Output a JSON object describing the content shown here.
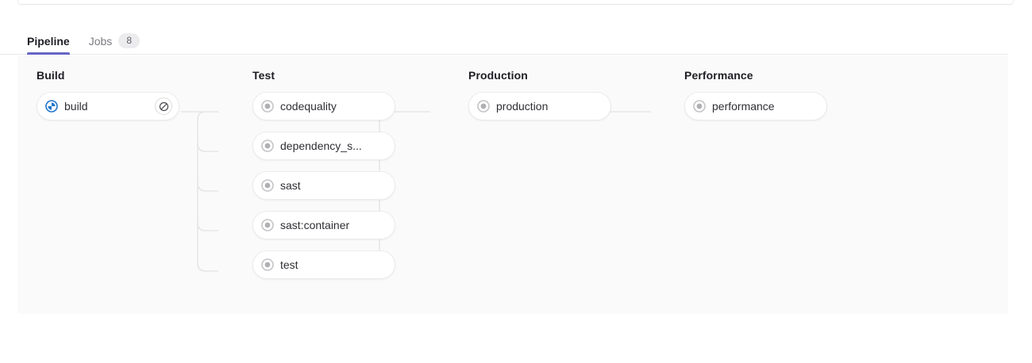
{
  "tabs": [
    {
      "label": "Pipeline",
      "name": "tab-pipeline",
      "active": true,
      "badge": null
    },
    {
      "label": "Jobs",
      "name": "tab-jobs",
      "active": false,
      "badge": "8"
    }
  ],
  "colors": {
    "active_tab_underline": "#6666c4",
    "running_status": "#1f75cb",
    "created_status": "#b0b0b4",
    "graph_background": "#fafafa",
    "card_border": "#ececef",
    "connector_line": "#e6e6e8"
  },
  "pipeline": {
    "stages": [
      {
        "title": "Build",
        "name": "stage-build",
        "jobs": [
          {
            "name": "build",
            "status": "running",
            "status_icon": "status-running-icon",
            "action": "cancel-icon",
            "action_label": "Cancel"
          }
        ]
      },
      {
        "title": "Test",
        "name": "stage-test",
        "jobs": [
          {
            "name": "codequality",
            "status": "created",
            "status_icon": "status-created-icon",
            "action": null
          },
          {
            "name": "dependency_s...",
            "status": "created",
            "status_icon": "status-created-icon",
            "action": null
          },
          {
            "name": "sast",
            "status": "created",
            "status_icon": "status-created-icon",
            "action": null
          },
          {
            "name": "sast:container",
            "status": "created",
            "status_icon": "status-created-icon",
            "action": null
          },
          {
            "name": "test",
            "status": "created",
            "status_icon": "status-created-icon",
            "action": null
          }
        ]
      },
      {
        "title": "Production",
        "name": "stage-production",
        "jobs": [
          {
            "name": "production",
            "status": "created",
            "status_icon": "status-created-icon",
            "action": null
          }
        ]
      },
      {
        "title": "Performance",
        "name": "stage-performance",
        "jobs": [
          {
            "name": "performance",
            "status": "created",
            "status_icon": "status-created-icon",
            "action": null
          }
        ]
      }
    ]
  }
}
